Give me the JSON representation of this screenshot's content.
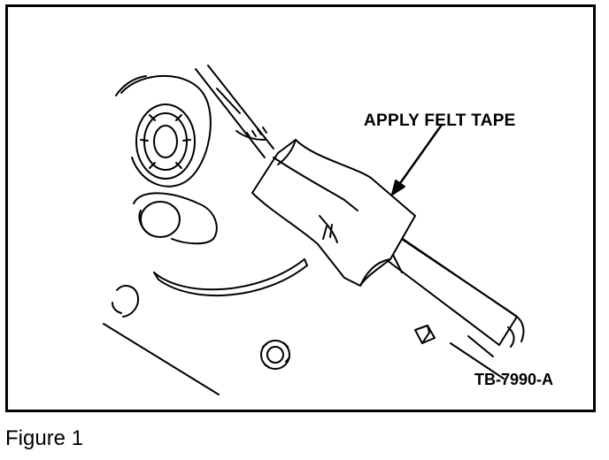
{
  "figure": {
    "callout_label": "APPLY FELT TAPE",
    "reference_code": "TB-7990-A",
    "caption": "Figure 1"
  }
}
